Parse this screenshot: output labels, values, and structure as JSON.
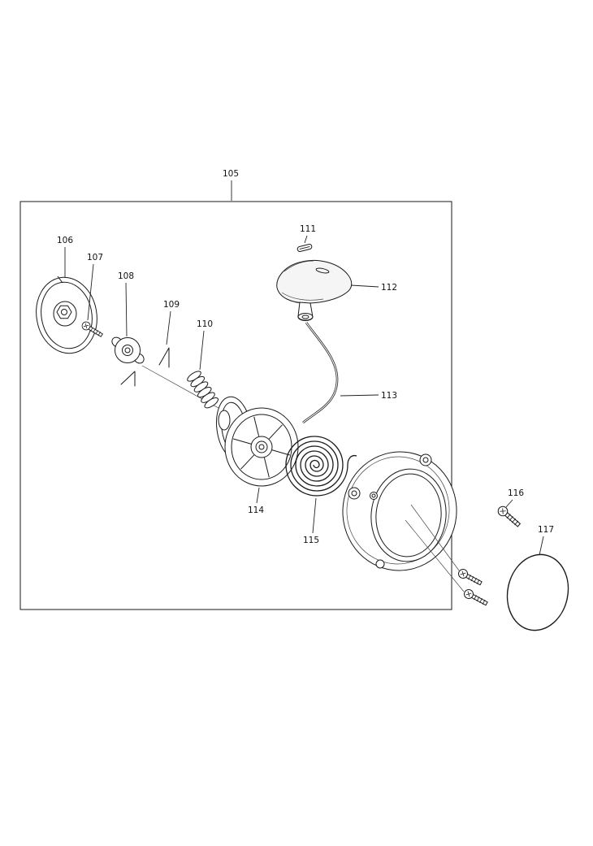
{
  "figure": {
    "kind": "exploded-parts-diagram",
    "colors": {
      "background": "#ffffff",
      "line": "#1a1a1a"
    },
    "callouts": [
      {
        "label": "105"
      },
      {
        "label": "106"
      },
      {
        "label": "107"
      },
      {
        "label": "108"
      },
      {
        "label": "109"
      },
      {
        "label": "110"
      },
      {
        "label": "111"
      },
      {
        "label": "112"
      },
      {
        "label": "113"
      },
      {
        "label": "114"
      },
      {
        "label": "115"
      },
      {
        "label": "116"
      },
      {
        "label": "117"
      }
    ]
  }
}
